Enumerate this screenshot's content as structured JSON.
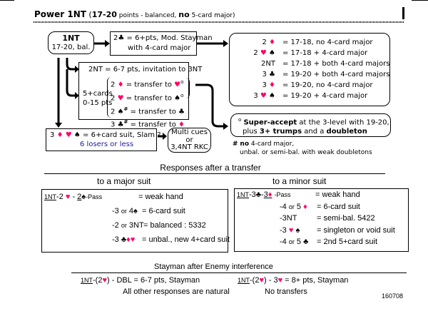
{
  "header": {
    "title_bold": "Power 1NT",
    "open_paren": " (",
    "points": "17-20",
    "points_rest": " points - balanced, ",
    "no": "no",
    "tail": " 5-card major)"
  },
  "opening_box": {
    "title": "1NT",
    "subtitle": "17-20, bal."
  },
  "stayman_box": {
    "bid_level": "2",
    "bid_suit": "♣",
    "line1": " = 6+pts, Mod. Stayman",
    "line2": "with 4-card major"
  },
  "opener_rebids": [
    {
      "level": "2",
      "suits": [
        {
          "s": "♦",
          "red": true
        }
      ],
      "text": "= 17-18, no 4-card major"
    },
    {
      "level": "2",
      "suits": [
        {
          "s": "♥",
          "red": true
        },
        {
          "s": "♠",
          "red": false
        }
      ],
      "text": "= 17-18 + 4-card major"
    },
    {
      "level": "2NT",
      "suits": [],
      "text": "= 17-18 + both 4-card majors"
    },
    {
      "level": "3",
      "suits": [
        {
          "s": "♣",
          "red": false
        }
      ],
      "text": "= 19-20 + both 4-card majors"
    },
    {
      "level": "3",
      "suits": [
        {
          "s": "♦",
          "red": true
        }
      ],
      "text": "= 19-20, no 4-card major"
    },
    {
      "level": "3",
      "suits": [
        {
          "s": "♥",
          "red": true
        },
        {
          "s": "♠",
          "red": false
        }
      ],
      "text": "= 19-20 + 4-card major"
    }
  ],
  "transfer_box": {
    "invite": "2NT = 6-7 pts, invitation to 3NT",
    "cards": "5+cards",
    "pts": "0-15 pts",
    "rows": [
      {
        "bid": "2",
        "bid_suit": "♦",
        "bid_red": true,
        "mark": "",
        "text": " = transfer to ",
        "target": "♥",
        "target_red": true,
        "sup": "o"
      },
      {
        "bid": "2",
        "bid_suit": "♥",
        "bid_red": true,
        "mark": "",
        "text": " = transfer to ",
        "target": "♠",
        "target_red": false,
        "sup": "o"
      },
      {
        "bid": "2",
        "bid_suit": "♠",
        "bid_red": false,
        "mark": "#",
        "text": " = transfer to ",
        "target": "♣",
        "target_red": false,
        "sup": ""
      },
      {
        "bid": "3",
        "bid_suit": "♣",
        "bid_red": false,
        "mark": "#",
        "text": " = transfer to ",
        "target": "♦",
        "target_red": true,
        "sup": ""
      }
    ]
  },
  "super_accept": {
    "degree": "o",
    "bold1": "Super-accept",
    "text1": " at the 3-level with 19-20,",
    "text2a": "plus ",
    "bold2": "3+ trumps",
    "text2b": " and a ",
    "bold3": "doubleton"
  },
  "footnote": {
    "mark": "#",
    "no": "no",
    "line1": " 4-card major,",
    "line2": "unbal. or semi-bal. with weak doubletons"
  },
  "slam_box": {
    "level": "3",
    "text": " = 6+card suit, Slam ?",
    "line2": "6 losers or less"
  },
  "multi_box": {
    "line1": "Multi cues",
    "line2": "or",
    "line3": "3,4NT RKC"
  },
  "responses": {
    "title": "Responses after a transfer",
    "major_title": "to a major suit",
    "minor_title": "to a minor suit",
    "major": [
      {
        "prefix": "1NT",
        "seq": "-2",
        "s1": "♥",
        "s1red": true,
        "seq2": " - ",
        "bid": "2",
        "s2": "♠",
        "s2red": false,
        "tail": "-Pass",
        "meaning": "= weak hand"
      },
      {
        "prefix": "",
        "seq": "-3",
        "small": "or",
        "seq2": "4",
        "s": "♠",
        "sred": false,
        "meaning": "= 6-card suit"
      },
      {
        "prefix": "",
        "seq": "-2",
        "small": "or",
        "seq2": "3NT",
        "s": "",
        "meaning": "= balanced : 5332"
      },
      {
        "prefix": "",
        "seq": "-3",
        "small": "",
        "seq2": "",
        "suits": [
          {
            "s": "♣",
            "red": false
          },
          {
            "s": "♦",
            "red": true
          },
          {
            "s": "♥",
            "red": true
          }
        ],
        "meaning": "= unbal., new 4+card suit"
      }
    ],
    "minor": [
      {
        "prefix": "1NT",
        "seq": "-3",
        "s1": "♣",
        "s1red": false,
        "seq2": "-",
        "bid": "3",
        "s2": "♦",
        "s2red": true,
        "tail": "-Pass",
        "meaning": "= weak hand"
      },
      {
        "seq": "-4",
        "small": "or",
        "seq2": "5",
        "suits": [
          {
            "s": "♦",
            "red": true
          }
        ],
        "meaning": "= 6-card suit"
      },
      {
        "seq": "-3NT",
        "small": "",
        "seq2": "",
        "suits": [],
        "meaning": "= semi-bal. 5422"
      },
      {
        "seq": "-3",
        "small": "",
        "seq2": "",
        "suits": [
          {
            "s": "♥",
            "red": true
          },
          {
            "s": "♠",
            "red": false
          }
        ],
        "meaning": "= singleton or void suit"
      },
      {
        "seq": "-4",
        "small": "or",
        "seq2": "5",
        "suits": [
          {
            "s": "♣",
            "red": false
          }
        ],
        "meaning": "= 2nd 5+card suit"
      }
    ]
  },
  "interference": {
    "title": "Stayman after Enemy interference",
    "left": {
      "prefix": "1NT",
      "seq": "-(2",
      "suit": "♥",
      "seq2": ") - DBL = 6-7 pts, Stayman",
      "note": "All other responses are natural"
    },
    "right": {
      "prefix": "1NT",
      "seq": "-(2",
      "suit": "♥",
      "seq2": ") - 3",
      "suit2": "♥",
      "seq3": " = 8+ pts, Stayman",
      "note": "No transfers"
    }
  },
  "doc_id": "160708",
  "colors": {
    "red_suit": "#ff0066",
    "blue_text": "#1a1a9c",
    "ink": "#000000"
  }
}
